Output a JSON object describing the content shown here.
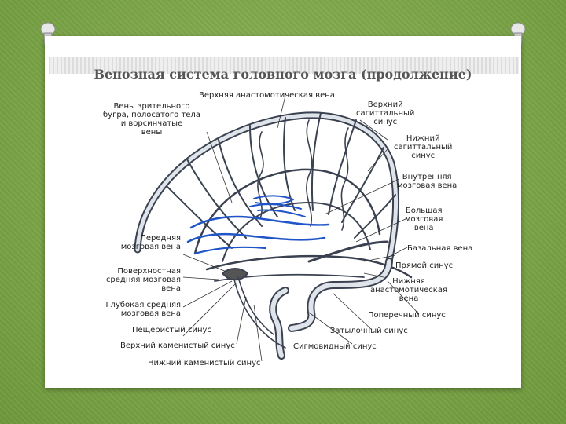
{
  "slide": {
    "title": "Венозная система головного мозга (продолжение)"
  },
  "labels": {
    "top_center": "Верхняя анастомотическая вена",
    "top_left": "Вены зрительного\nбугра, полосатого тела\nи ворсинчатые\nвены",
    "sup_sagittal": "Верхний\nсагиттальный\nсинус",
    "inf_sagittal": "Нижний\nсагиттальный\nсинус",
    "internal_cerebral": "Внутренняя\nмозговая вена",
    "great_cerebral": "Большая\nмозговая\nвена",
    "basal_vein": "Базальная вена",
    "straight_sinus": "Прямой синус",
    "inf_anastomotic": "Нижняя\nанастомотическая\nвена",
    "transverse_sinus": "Поперечный синус",
    "occipital_sinus": "Затылочный синус",
    "sigmoid_sinus": "Сигмовидный синус",
    "anterior_cerebral": "Передняя\nмозговая вена",
    "superficial_middle": "Поверхностная\nсредняя мозговая\nвена",
    "deep_middle": "Глубокая средняя\nмозговая вена",
    "cavernous_sinus": "Пещеристый синус",
    "sup_petrosal": "Верхний каменистый синус",
    "inf_petrosal": "Нижний каменистый синус"
  },
  "colors": {
    "background": "#7fa64a",
    "vein_stroke": "#3a4150",
    "vein_fill": "#dfe3ea",
    "deep_vein": "#1f55c8"
  }
}
